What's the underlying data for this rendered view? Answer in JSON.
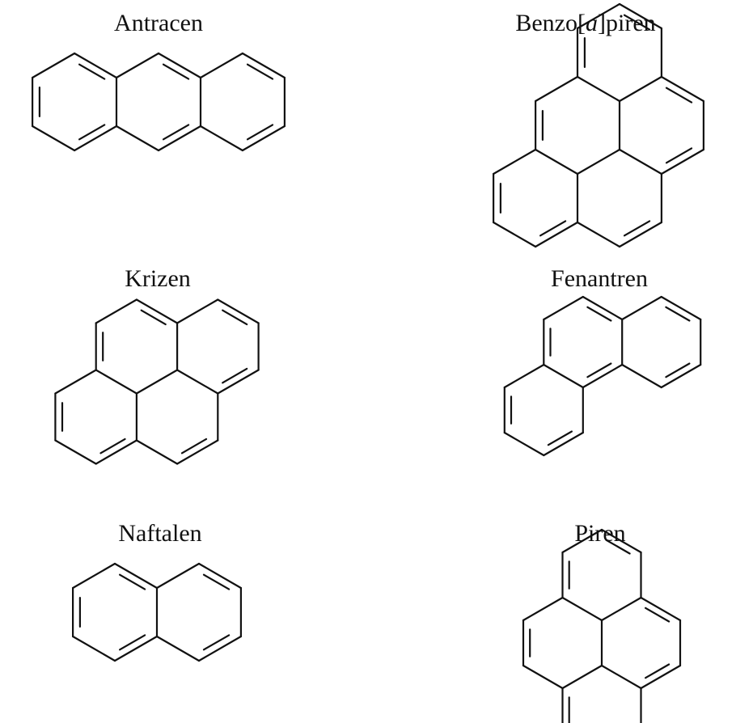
{
  "colors": {
    "ink": "#111111",
    "background": "#ffffff"
  },
  "molecules": {
    "antracen": {
      "name": "Antracen"
    },
    "benzopiren": {
      "name_prefix": "Benzo[",
      "name_italic": "a",
      "name_suffix": "]piren"
    },
    "krizen": {
      "name": "Krizen"
    },
    "fenantren": {
      "name": "Fenantren"
    },
    "naftalen": {
      "name": "Naftalen"
    },
    "piren": {
      "name": "Piren"
    }
  }
}
